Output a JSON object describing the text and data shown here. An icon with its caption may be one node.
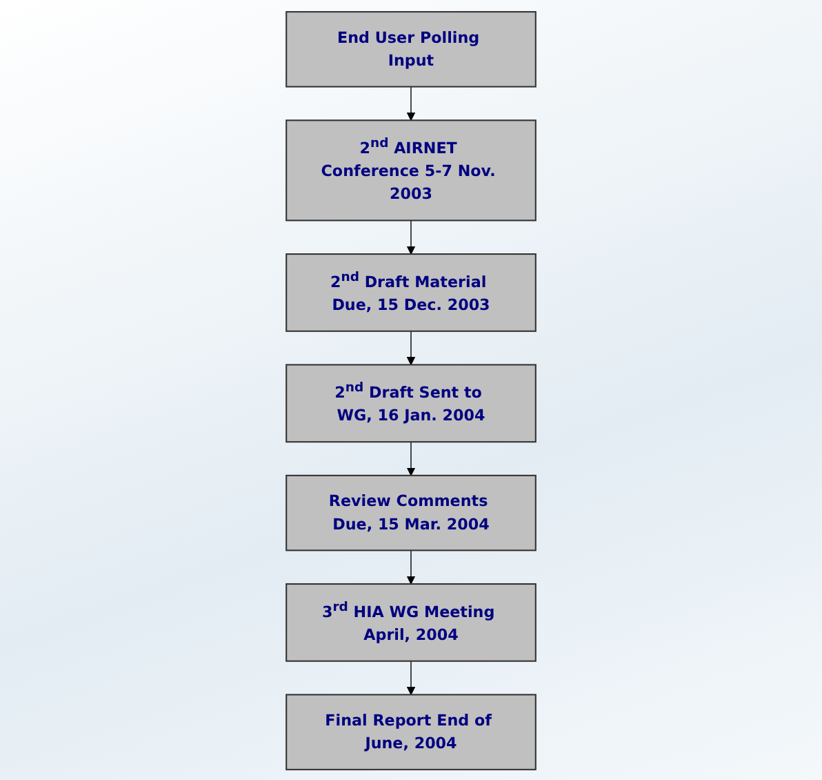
{
  "diagram": {
    "nodes": [
      {
        "text": [
          "2$^{nd}$ AIRNET Conference 5-7 Nov. 2003"
        ]
      },
      {
        "text": [
          "End User Polling Input"
        ]
      },
      {
        "text": [
          "2$^{nd}$ Draft Material Due, 15 Dec. 2003"
        ]
      },
      {
        "text": [
          "2$^{nd}$ Draft Sent to WG, 16 Jan. 2004"
        ]
      },
      {
        "text": [
          "Review Comments Due, 15 Mar. 2004"
        ]
      },
      {
        "text": [
          "3$^{rd}$ HIA WG Meeting April, 2004"
        ]
      },
      {
        "text": [
          "Final Report End of June, 2004"
        ]
      }
    ],
    "edges": [
      {
        "from": 1,
        "to": 0,
        "arrow": "to"
      },
      {
        "from": 0,
        "to": 2,
        "arrow": "to"
      },
      {
        "from": 2,
        "to": 3,
        "arrow": "to"
      },
      {
        "from": 3,
        "to": 4,
        "arrow": "to"
      },
      {
        "from": 4,
        "to": 5,
        "arrow": "to"
      },
      {
        "from": 5,
        "to": 6,
        "arrow": "to"
      }
    ]
  }
}
